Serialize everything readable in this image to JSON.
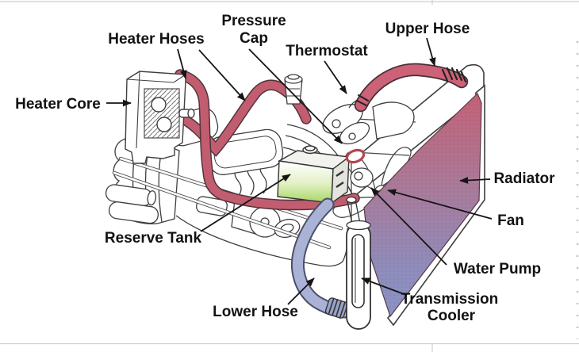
{
  "diagram": {
    "labels": {
      "heater_hoses": {
        "text": "Heater Hoses"
      },
      "pressure_cap": {
        "lines": [
          "Pressure",
          "Cap"
        ]
      },
      "thermostat": {
        "text": "Thermostat"
      },
      "upper_hose": {
        "text": "Upper Hose"
      },
      "heater_core": {
        "text": "Heater Core"
      },
      "radiator": {
        "text": "Radiator"
      },
      "fan": {
        "text": "Fan"
      },
      "water_pump": {
        "text": "Water Pump"
      },
      "reserve_tank": {
        "text": "Reserve Tank"
      },
      "lower_hose": {
        "text": "Lower Hose"
      },
      "transmission_cooler": {
        "lines": [
          "Transmission",
          "Cooler"
        ]
      }
    },
    "colors": {
      "hose_red": "#c25d70",
      "hose_red_light": "#cb6277",
      "coolant_hot_top": "#c75e72",
      "coolant_mid": "#a07a9e",
      "coolant_cold_bottom": "#8a93c7",
      "reserve_tank_green": "#a2d45c",
      "lower_hose_blue": "#aab2d6",
      "line_art": "#3f3f3f",
      "label_text": "#121212",
      "grid_line": "#cfcfcf"
    }
  }
}
